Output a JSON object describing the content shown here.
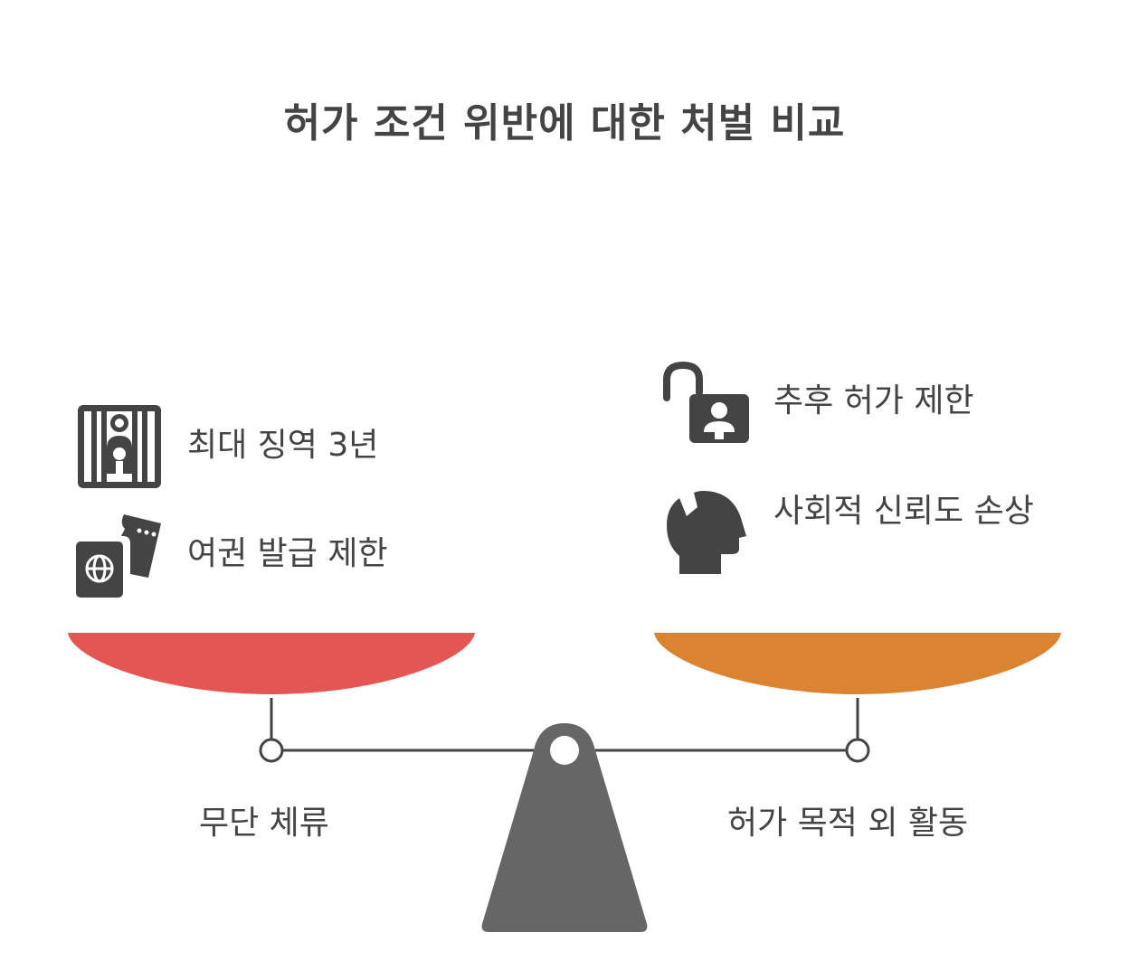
{
  "title": "허가 조건 위반에 대한 처벌 비교",
  "left_side": {
    "category": "무단 체류",
    "color": "#E45653",
    "items": [
      {
        "label": "최대 징역 3년",
        "icon": "prisoner-bars-icon"
      },
      {
        "label": "여권 발급 제한",
        "icon": "passport-ticket-icon"
      }
    ]
  },
  "right_side": {
    "category": "허가 목적 외 활동",
    "color": "#DB8331",
    "items": [
      {
        "label": "추후 허가 제한",
        "icon": "unlocked-padlock-person-icon"
      },
      {
        "label": "사회적 신뢰도 손상",
        "icon": "broken-head-icon"
      }
    ]
  },
  "colors": {
    "fulcrum": "#666666",
    "text": "#444444",
    "beam": "#444444"
  }
}
